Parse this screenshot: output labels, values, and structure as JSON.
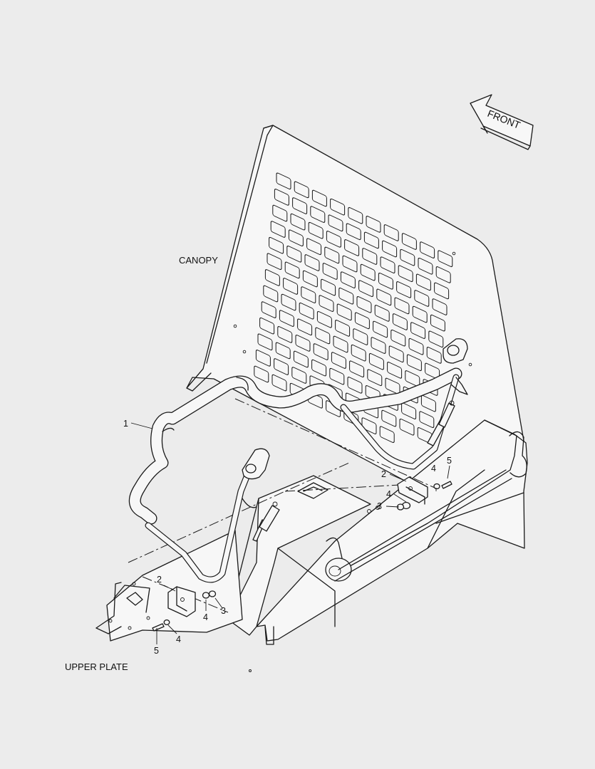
{
  "labels": {
    "canopy": "CANOPY",
    "upper_plate": "UPPER PLATE",
    "front": "FRONT"
  },
  "callouts": {
    "grab_bar": "1",
    "bracket_right": "2",
    "bracket_left": "2",
    "nut_right": "3",
    "nut_left": "3",
    "washer_right_a": "4",
    "washer_right_b": "4",
    "washer_left_a": "4",
    "washer_left_b": "4",
    "bolt_right": "5",
    "bolt_left": "5"
  }
}
